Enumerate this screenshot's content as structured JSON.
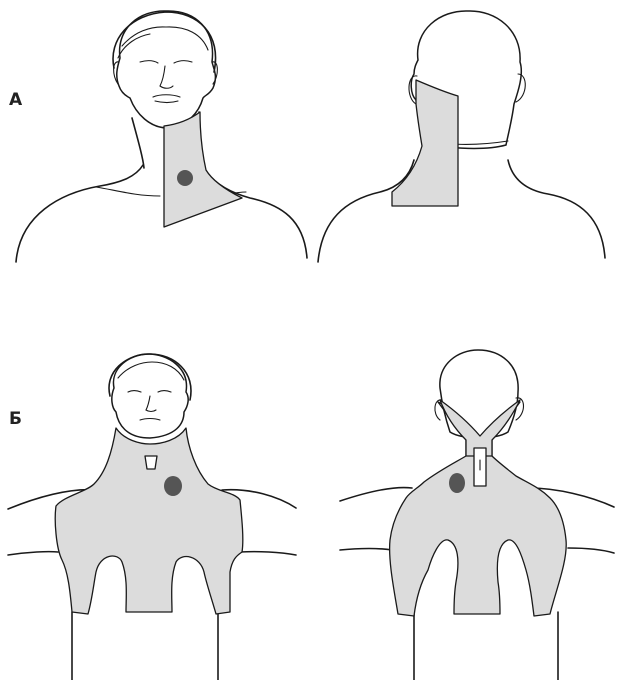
{
  "labels": {
    "panel_a": "А",
    "panel_b": "Б"
  },
  "colors": {
    "field": "#dcdcdc",
    "target": "#555555",
    "outline": "#1a1a1a",
    "background": "#ffffff"
  },
  "panels": [
    {
      "id": "A",
      "views": [
        "front",
        "back"
      ],
      "markers": 1
    },
    {
      "id": "B",
      "views": [
        "front",
        "back"
      ],
      "markers": 2
    }
  ]
}
